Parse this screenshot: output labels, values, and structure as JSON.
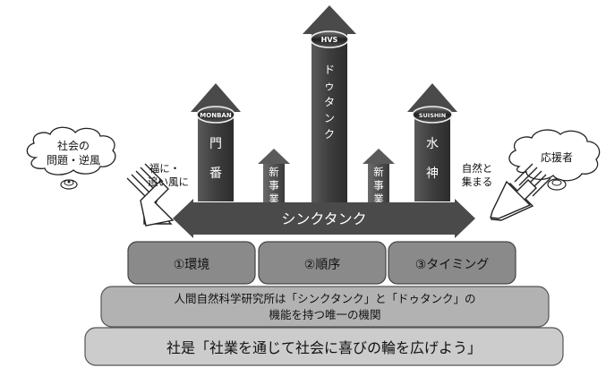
{
  "columns": {
    "monban": {
      "logo": "MONBAN",
      "chars": [
        "門",
        "番"
      ]
    },
    "dotank": {
      "logo": "HVS",
      "chars": [
        "ド",
        "ゥ",
        "タ",
        "ン",
        "ク"
      ]
    },
    "suishin": {
      "logo": "SUISHIN",
      "chars": [
        "水",
        "神"
      ]
    },
    "shinjigyo": {
      "chars": [
        "新",
        "事",
        "業"
      ]
    }
  },
  "think_tank_bar": {
    "label": "シンクタンク"
  },
  "left_cloud": {
    "lines": [
      "社会の",
      "問題・逆風"
    ]
  },
  "left_caption": {
    "lines": [
      "福に・",
      "追い風に"
    ]
  },
  "right_cloud": {
    "text": "応援者"
  },
  "right_caption": {
    "lines": [
      "自然と",
      "集まる"
    ]
  },
  "principles": [
    "①環境",
    "②順序",
    "③タイミング"
  ],
  "institute": {
    "lines": [
      "人間自然科学研究所は「シンクタンク」と「ドゥタンク」の",
      "機能を持つ唯一の機関"
    ]
  },
  "motto": "社是「社業を通じて社会に喜びの輪を広げよう」",
  "colors": {
    "dark": "#4a4a4a",
    "mid": "#8a8a8a",
    "light": "#b2b2b2",
    "pale": "#cccccc"
  }
}
